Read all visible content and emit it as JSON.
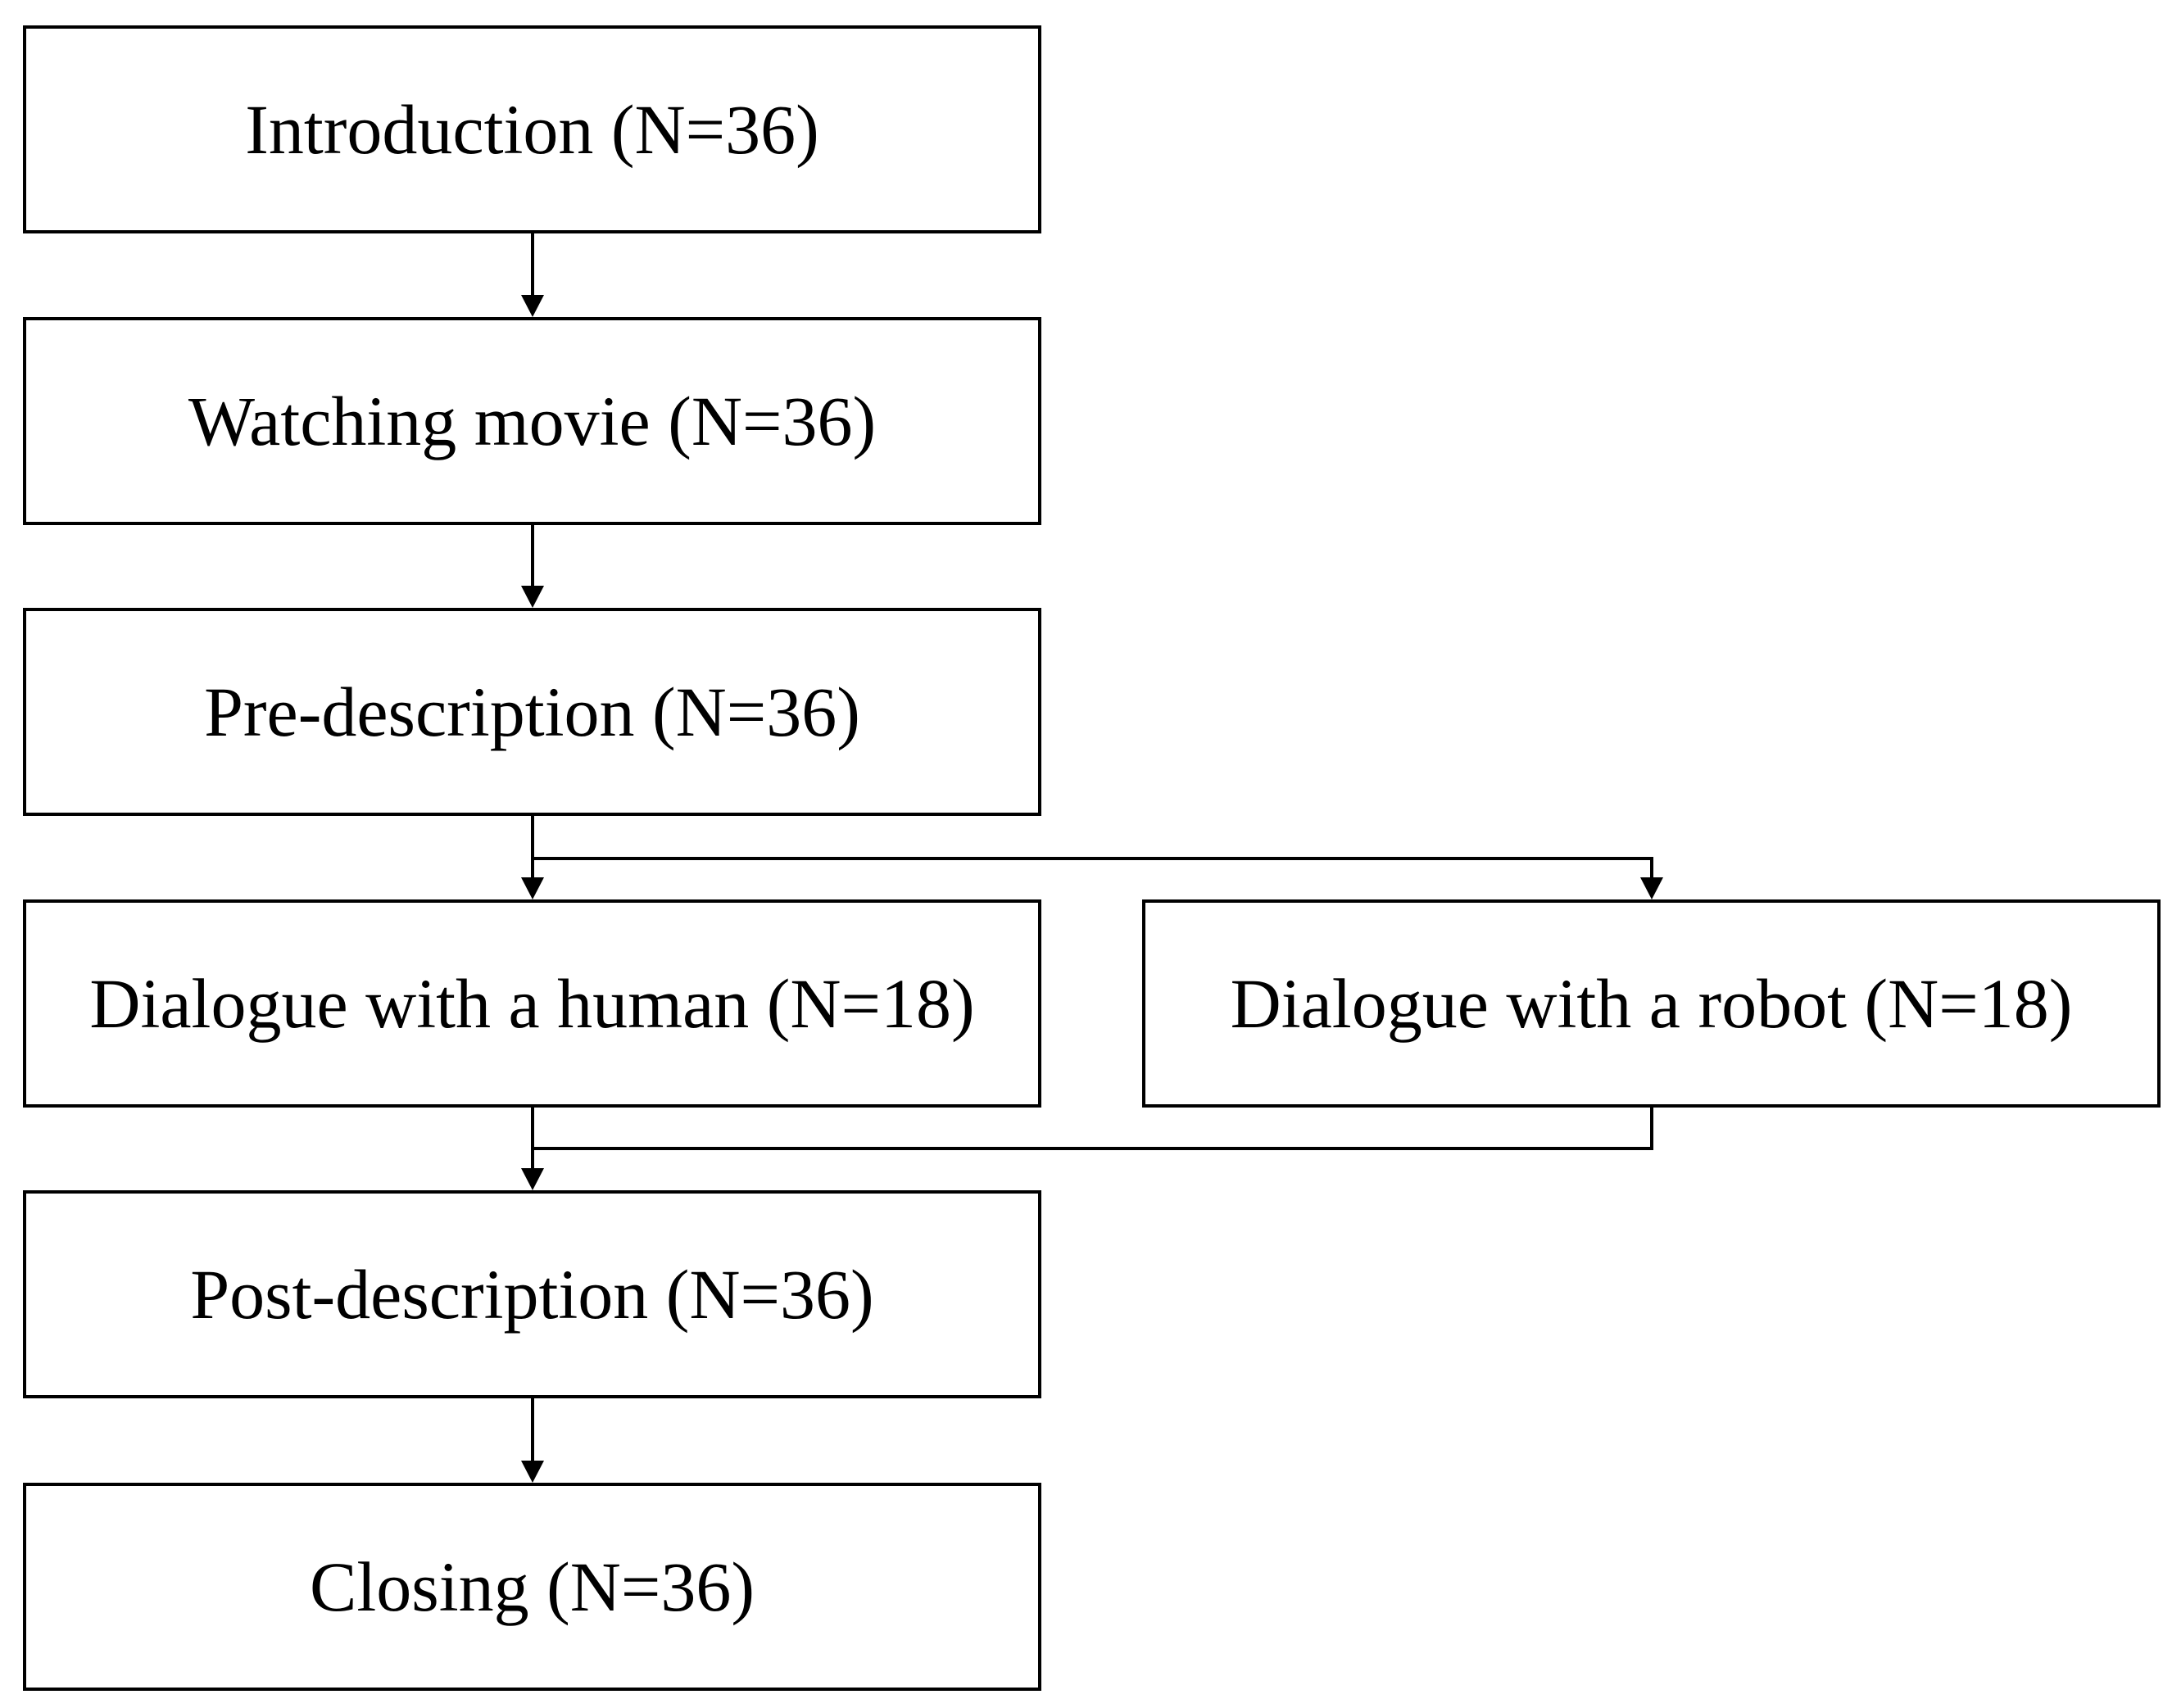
{
  "diagram": {
    "type": "flowchart",
    "nodes": {
      "introduction": "Introduction (N=36)",
      "watching_movie": "Watching movie (N=36)",
      "pre_description": "Pre-description (N=36)",
      "dialogue_human": "Dialogue with a human (N=18)",
      "dialogue_robot": "Dialogue with a robot (N=18)",
      "post_description": "Post-description (N=36)",
      "closing": "Closing (N=36)"
    },
    "edges": [
      [
        "introduction",
        "watching_movie"
      ],
      [
        "watching_movie",
        "pre_description"
      ],
      [
        "pre_description",
        "dialogue_human"
      ],
      [
        "pre_description",
        "dialogue_robot"
      ],
      [
        "dialogue_human",
        "post_description"
      ],
      [
        "dialogue_robot",
        "post_description"
      ],
      [
        "post_description",
        "closing"
      ]
    ],
    "colors": {
      "stroke": "#000000",
      "background": "#ffffff"
    }
  }
}
